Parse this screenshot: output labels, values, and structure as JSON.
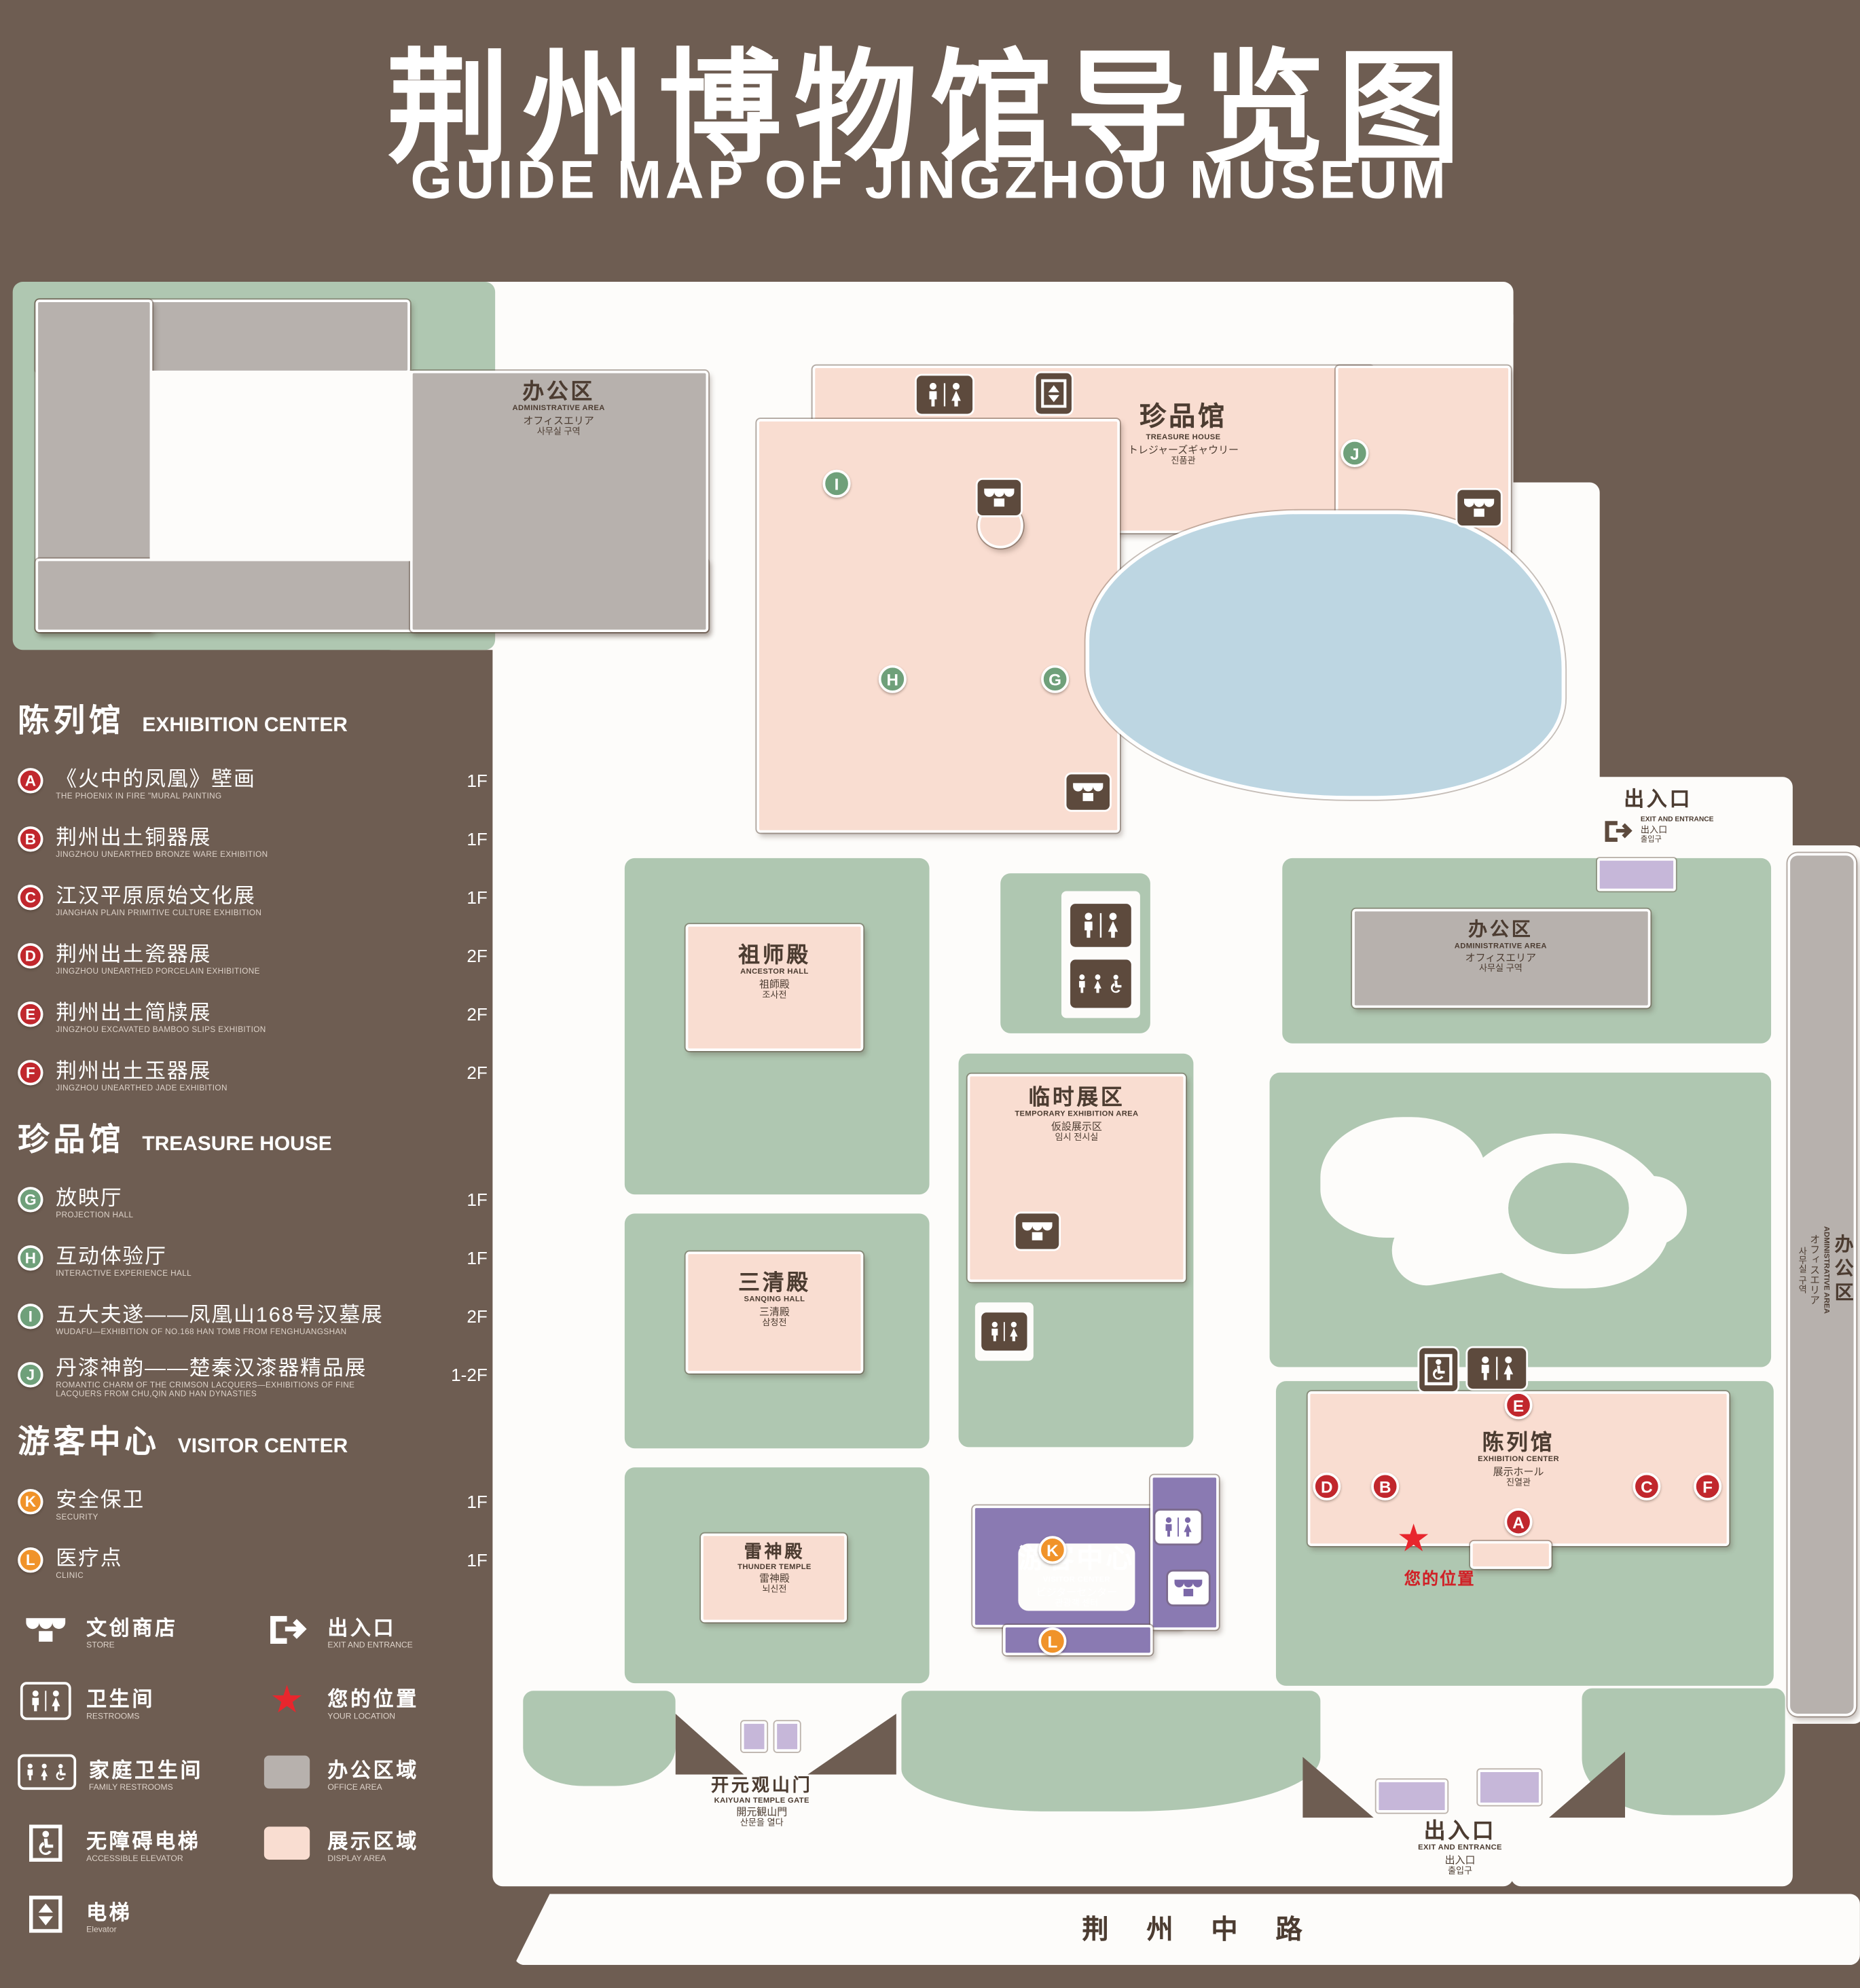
{
  "header": {
    "title_zh": "荆州博物馆导览图",
    "title_en": "GUIDE MAP OF JINGZHOU MUSEUM"
  },
  "markers": {
    "a": "A",
    "b": "B",
    "c": "C",
    "d": "D",
    "e": "E",
    "f": "F",
    "g": "G",
    "h": "H",
    "i": "I",
    "j": "J",
    "k": "K",
    "l": "L"
  },
  "legend": {
    "sections": [
      {
        "zh": "陈列馆",
        "en": "EXHIBITION CENTER",
        "items": [
          {
            "zh": "《火中的凤凰》壁画",
            "en": "THE PHOENIX IN FIRE \"MURAL PAINTING",
            "floor": "1F"
          },
          {
            "zh": "荆州出土铜器展",
            "en": "JINGZHOU UNEARTHED BRONZE WARE EXHIBITION",
            "floor": "1F"
          },
          {
            "zh": "江汉平原原始文化展",
            "en": "JIANGHAN PLAIN PRIMITIVE CULTURE EXHIBITION",
            "floor": "1F"
          },
          {
            "zh": "荆州出土瓷器展",
            "en": "JINGZHOU UNEARTHED PORCELAIN EXHIBITIONE",
            "floor": "2F"
          },
          {
            "zh": "荆州出土简牍展",
            "en": "JINGZHOU EXCAVATED BAMBOO SLIPS EXHIBITION",
            "floor": "2F"
          },
          {
            "zh": "荆州出土玉器展",
            "en": "JINGZHOU UNEARTHED JADE EXHIBITION",
            "floor": "2F"
          }
        ]
      },
      {
        "zh": "珍品馆",
        "en": "TREASURE HOUSE",
        "items": [
          {
            "zh": "放映厅",
            "en": "PROJECTION HALL",
            "floor": "1F"
          },
          {
            "zh": "互动体验厅",
            "en": "INTERACTIVE EXPERIENCE HALL",
            "floor": "1F"
          },
          {
            "zh": "五大夫遂——凤凰山168号汉墓展",
            "en": "WUDAFU—EXHIBITION OF NO.168 HAN TOMB FROM FENGHUANGSHAN",
            "floor": "2F"
          },
          {
            "zh": "丹漆神韵——楚秦汉漆器精品展",
            "en": "ROMANTIC CHARM OF THE CRIMSON LACQUERS—EXHIBITIONS OF FINE LACQUERS FROM CHU,QIN AND HAN DYNASTIES",
            "floor": "1-2F"
          }
        ]
      },
      {
        "zh": "游客中心",
        "en": "VISITOR CENTER",
        "items": [
          {
            "zh": "安全保卫",
            "en": "SECURITY",
            "floor": "1F"
          },
          {
            "zh": "医疗点",
            "en": "CLINIC",
            "floor": "1F"
          }
        ]
      }
    ],
    "symbols": [
      {
        "zh": "文创商店",
        "en": "STORE"
      },
      {
        "zh": "出入口",
        "en": "EXIT AND ENTRANCE"
      },
      {
        "zh": "卫生间",
        "en": "RESTROOMS"
      },
      {
        "zh": "您的位置",
        "en": "YOUR LOCATION"
      },
      {
        "zh": "家庭卫生间",
        "en": "FAMILY RESTROOMS"
      },
      {
        "zh": "办公区域",
        "en": "OFFICE AREA"
      },
      {
        "zh": "无障碍电梯",
        "en": "ACCESSIBLE ELEVATOR"
      },
      {
        "zh": "展示区域",
        "en": "DISPLAY AREA"
      },
      {
        "zh": "电梯",
        "en": "Elevator"
      }
    ]
  },
  "map": {
    "admin_nw": {
      "zh": "办公区",
      "en": "ADMINISTRATIVE AREA",
      "ja": "オフィスエリア",
      "ko": "사무실 구역"
    },
    "treasure_house": {
      "zh": "珍品馆",
      "en": "TREASURE HOUSE",
      "ja": "トレジャーズギャウリー",
      "ko": "진품관"
    },
    "ancestor_hall": {
      "zh": "祖师殿",
      "en": "ANCESTOR HALL",
      "ja": "祖師殿",
      "ko": "조사전"
    },
    "admin_east": {
      "zh": "办公区",
      "en": "ADMINISTRATIVE AREA",
      "ja": "オフィスエリア",
      "ko": "사무실 구역"
    },
    "temporary_area": {
      "zh": "临时展区",
      "en": "TEMPORARY EXHIBITION AREA",
      "ja": "仮設展示区",
      "ko": "임시 전시실"
    },
    "sanqing_hall": {
      "zh": "三清殿",
      "en": "SANQING HALL",
      "ja": "三清殿",
      "ko": "삼청전"
    },
    "thunder_temple": {
      "zh": "雷神殿",
      "en": "THUNDER TEMPLE",
      "ja": "雷神殿",
      "ko": "뇌신전"
    },
    "visitor_center": {
      "zh": "游客中心",
      "en": "VISITOR CENTER",
      "ja": "ビジターセンター",
      "ko": "관광객 센터"
    },
    "exhibition_center": {
      "zh": "陈列馆",
      "en": "EXHIBITION CENTER",
      "ja": "展示ホール",
      "ko": "진열관"
    },
    "admin_strip": {
      "zh": "办公区",
      "en": "ADMINISTRATIVE AREA",
      "ja": "オフィスエリア",
      "ko": "사무실 구역"
    },
    "exit_ne": {
      "zh": "出入口",
      "en": "EXIT AND ENTRANCE",
      "ja": "出入口",
      "ko": "출입구"
    },
    "exit_s": {
      "zh": "出入口",
      "en": "EXIT AND ENTRANCE",
      "ja": "出入口",
      "ko": "출입구"
    },
    "gate": {
      "zh": "开元观山门",
      "en": "KAIYUAN TEMPLE GATE",
      "ja": "開元観山門",
      "ko": "산문을 열다"
    },
    "your_location": "您的位置",
    "road": "荆 州 中 路"
  },
  "colors": {
    "background": "#6e5d52",
    "display_area": "#f9ddd1",
    "office_area": "#b7b1ad",
    "green": "#afc7b1",
    "pond": "#bdd6e2",
    "visitor_purple": "#8a7ab2",
    "gate_purple": "#c6b7d9",
    "marker_red": "#c1272d",
    "marker_green": "#6fa07a",
    "marker_orange": "#f0932a",
    "star_red": "#e8262d"
  }
}
